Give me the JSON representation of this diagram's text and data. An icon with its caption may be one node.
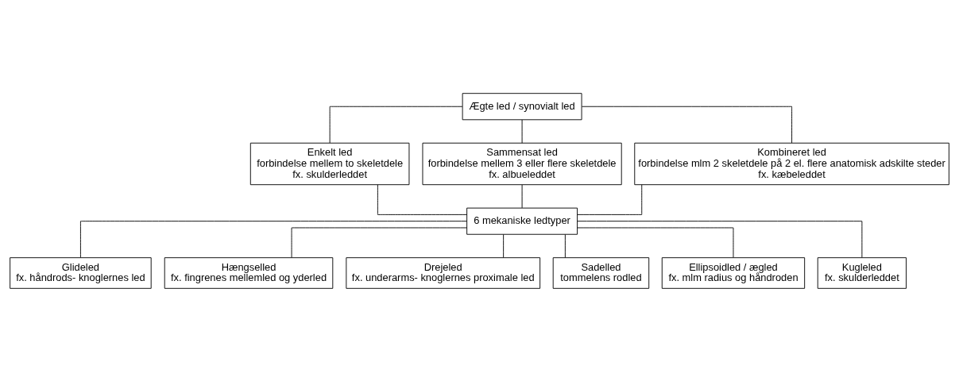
{
  "diagram": {
    "nodes": [
      {
        "text": [
          "Ægte led / synovialt led"
        ]
      },
      {
        "text": [
          "Enkelt led",
          "forbindelse mellem to skeletdele",
          "fx. skulderleddet"
        ]
      },
      {
        "text": [
          "Sammensat led",
          "forbindelse mellem 3 eller flere skeletdele",
          "fx. albueleddet"
        ]
      },
      {
        "text": [
          "Kombineret led",
          "forbindelse mlm 2 skeletdele på 2 el. flere anatomisk adskilte steder",
          "fx. kæbeleddet"
        ]
      },
      {
        "text": [
          "6 mekaniske ledtyper"
        ]
      },
      {
        "text": [
          "Glideled",
          "fx. håndrods- knoglernes led"
        ]
      },
      {
        "text": [
          "Hængselled",
          "fx. fingrenes mellemled og yderled"
        ]
      },
      {
        "text": [
          "Drejeled",
          "fx. underarms- knoglernes proximale led"
        ]
      },
      {
        "text": [
          "Sadelled",
          "tommelens rodled"
        ]
      },
      {
        "text": [
          "Ellipsoidled / ægled",
          "fx. mlm radius og håndroden"
        ]
      },
      {
        "text": [
          "Kugleled",
          "fx. skulderleddet"
        ]
      }
    ],
    "edges": [
      {
        "from": 0,
        "to": 1,
        "arrow": "none"
      },
      {
        "from": 0,
        "to": 2,
        "arrow": "none"
      },
      {
        "from": 0,
        "to": 3,
        "arrow": "none"
      },
      {
        "from": 1,
        "to": 4,
        "arrow": "none"
      },
      {
        "from": 2,
        "to": 4,
        "arrow": "none"
      },
      {
        "from": 3,
        "to": 4,
        "arrow": "none"
      },
      {
        "from": 4,
        "to": 5,
        "arrow": "none"
      },
      {
        "from": 4,
        "to": 6,
        "arrow": "none"
      },
      {
        "from": 4,
        "to": 7,
        "arrow": "none"
      },
      {
        "from": 4,
        "to": 8,
        "arrow": "none"
      },
      {
        "from": 4,
        "to": 9,
        "arrow": "none"
      },
      {
        "from": 4,
        "to": 10,
        "arrow": "none"
      }
    ]
  }
}
